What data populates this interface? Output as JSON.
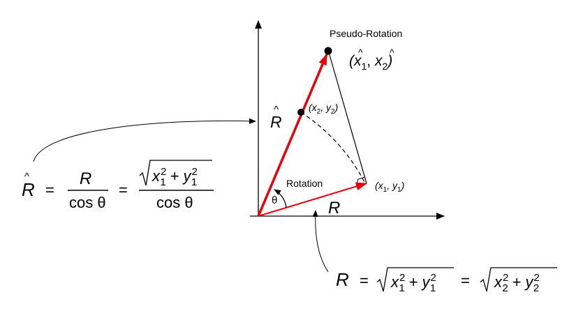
{
  "labels": {
    "pseudo_rotation": "Pseudo-Rotation",
    "rotation": "Rotation",
    "theta": "θ",
    "r_bottom": "R",
    "r_hat": "R",
    "hat": "^",
    "p1": {
      "open": "(x",
      "sub_a": "1",
      "mid": ", y",
      "sub_b": "1",
      "close": ")"
    },
    "p2": {
      "open": "(x",
      "sub_a": "2",
      "mid": ", y",
      "sub_b": "2",
      "close": ")"
    },
    "pseudo_point": {
      "open": "(",
      "x": "x",
      "sub_a": "1",
      "comma": ", ",
      "sub_b": "2",
      "close": ")"
    }
  },
  "formula_left": {
    "lhs": "R",
    "eq": "=",
    "frac1_num": "R",
    "frac1_den": "cos θ",
    "eq2": "=",
    "radicand": {
      "x": "x",
      "x_sup": "2",
      "x_sub": "1",
      "plus": "+",
      "y": "y",
      "y_sup": "2",
      "y_sub": "1"
    },
    "frac2_den": "cos θ"
  },
  "formula_bottom": {
    "lhs": "R",
    "eq": "=",
    "rad1": {
      "x": "x",
      "x_sup": "2",
      "x_sub": "1",
      "plus": "+",
      "y": "y",
      "y_sup": "2",
      "y_sub": "1"
    },
    "eq2": "=",
    "rad2": {
      "x": "x",
      "x_sup": "2",
      "x_sub": "2",
      "plus": "+",
      "y": "y",
      "y_sup": "2",
      "y_sub": "2"
    }
  },
  "colors": {
    "vector": "#e8000b",
    "line": "#000000",
    "background": "#ffffff"
  }
}
